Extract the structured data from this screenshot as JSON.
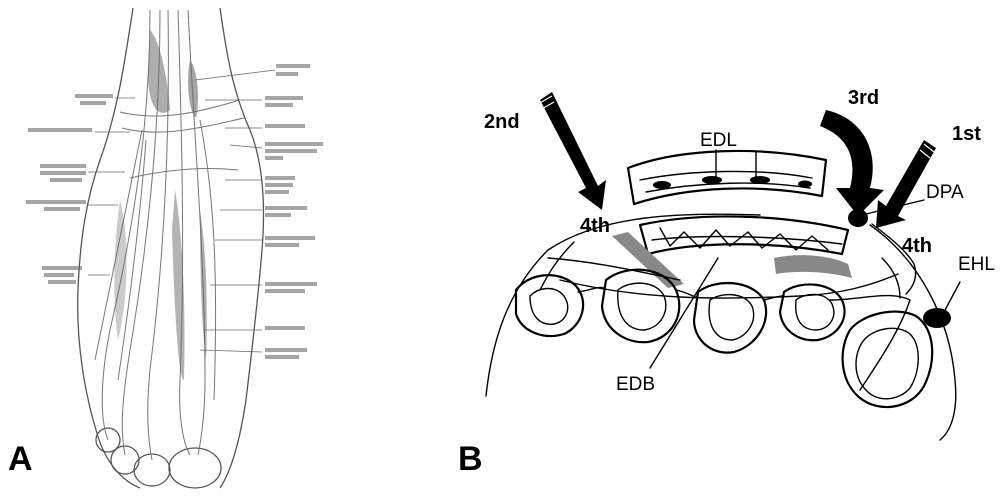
{
  "panels": {
    "a": {
      "letter": "A"
    },
    "b": {
      "letter": "B",
      "labels": {
        "second": "2nd",
        "third": "3rd",
        "first": "1st",
        "fourth_left": "4th",
        "fourth_right": "4th",
        "edl": "EDL",
        "edb": "EDB",
        "dpa": "DPA",
        "ehl": "EHL"
      }
    }
  }
}
